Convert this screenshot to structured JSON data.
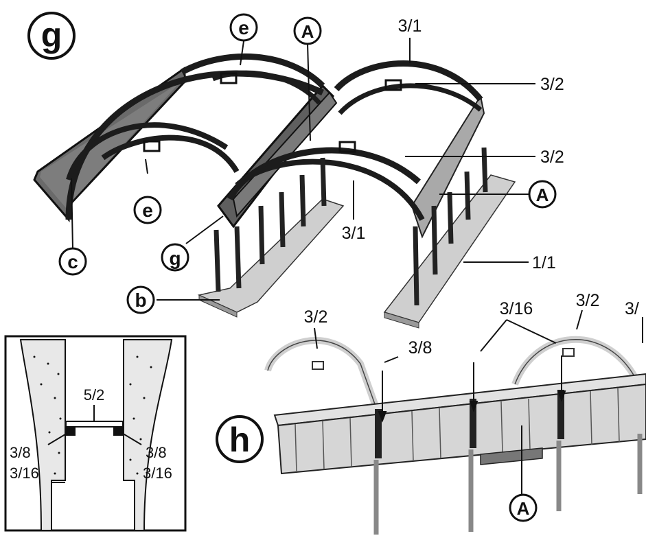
{
  "step_markers": {
    "g": "g",
    "h": "h"
  },
  "callouts": {
    "A": "A",
    "b": "b",
    "c": "c",
    "e": "e",
    "g": "g"
  },
  "part_labels": {
    "p3_1": "3/1",
    "p3_2": "3/2",
    "p1_1": "1/1",
    "p3_8": "3/8",
    "p3_16": "3/16",
    "p5_2": "5/2",
    "p3_cut": "3/"
  },
  "colors": {
    "ink": "#111111",
    "roof_dark": "#1c1c1c",
    "glass": "#6e6e6e",
    "platform": "#c9c9c9",
    "light_grey": "#d6d6d6"
  }
}
